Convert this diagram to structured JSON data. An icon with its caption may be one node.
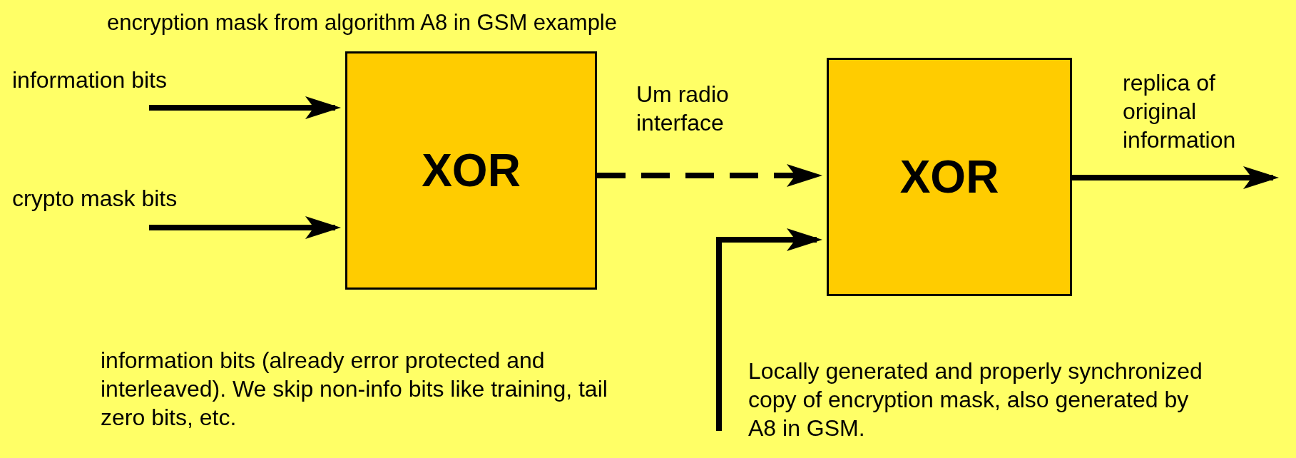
{
  "diagram": {
    "title": "encryption mask from algorithm A8 in GSM example",
    "nodes": [
      {
        "text": [
          "information bits"
        ]
      },
      {
        "text": [
          "crypto mask bits"
        ]
      },
      {
        "text": [
          "XOR"
        ]
      },
      {
        "text": [
          "XOR"
        ]
      },
      {
        "text": [
          "Locally generated and properly synchronized copy of encryption mask, also generated by A8 in GSM."
        ]
      }
    ],
    "edges": [
      {
        "from": 0,
        "to": 2,
        "arrow": "to"
      },
      {
        "from": 1,
        "to": 2,
        "arrow": "to"
      },
      {
        "from": 2,
        "to": 3,
        "arrow": "to",
        "style": "dashed",
        "label": "Um radio interface"
      },
      {
        "from": 3,
        "to": null,
        "arrow": "to"
      },
      {
        "from": 4,
        "to": 3,
        "arrow": "to"
      }
    ],
    "labels": [
      "replica of original information",
      "information bits (already error protected and interleaved). We skip non-info bits like training, tail zero bits, etc."
    ]
  }
}
